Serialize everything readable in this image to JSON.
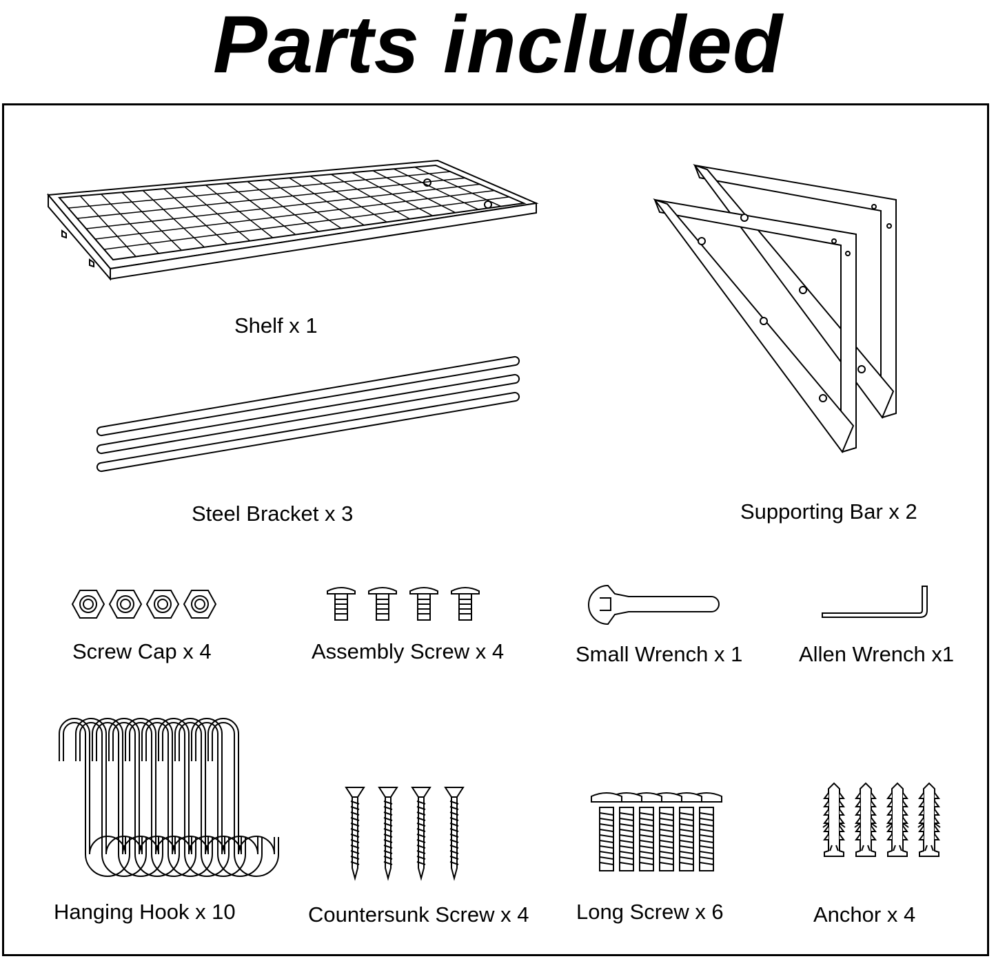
{
  "title": "Parts included",
  "parts": {
    "shelf": "Shelf x 1",
    "steel_bracket": "Steel Bracket x 3",
    "supporting_bar": "Supporting Bar x 2",
    "screw_cap": "Screw Cap x 4",
    "assembly_screw": "Assembly Screw x 4",
    "small_wrench": "Small Wrench x 1",
    "allen_wrench": "Allen Wrench x1",
    "hanging_hook": "Hanging Hook x 10",
    "countersunk_screw": "Countersunk Screw x 4",
    "long_screw": "Long Screw x 6",
    "anchor": "Anchor x 4"
  },
  "icons": {
    "shelf": "wire-shelf-icon",
    "steel_bracket": "steel-rod-icon",
    "supporting_bar": "triangle-bracket-icon",
    "screw_cap": "hex-nut-icon",
    "assembly_screw": "machine-screw-icon",
    "small_wrench": "wrench-icon",
    "allen_wrench": "allen-key-icon",
    "hanging_hook": "s-hook-icon",
    "countersunk_screw": "wood-screw-icon",
    "long_screw": "long-bolt-icon",
    "anchor": "wall-anchor-icon"
  }
}
